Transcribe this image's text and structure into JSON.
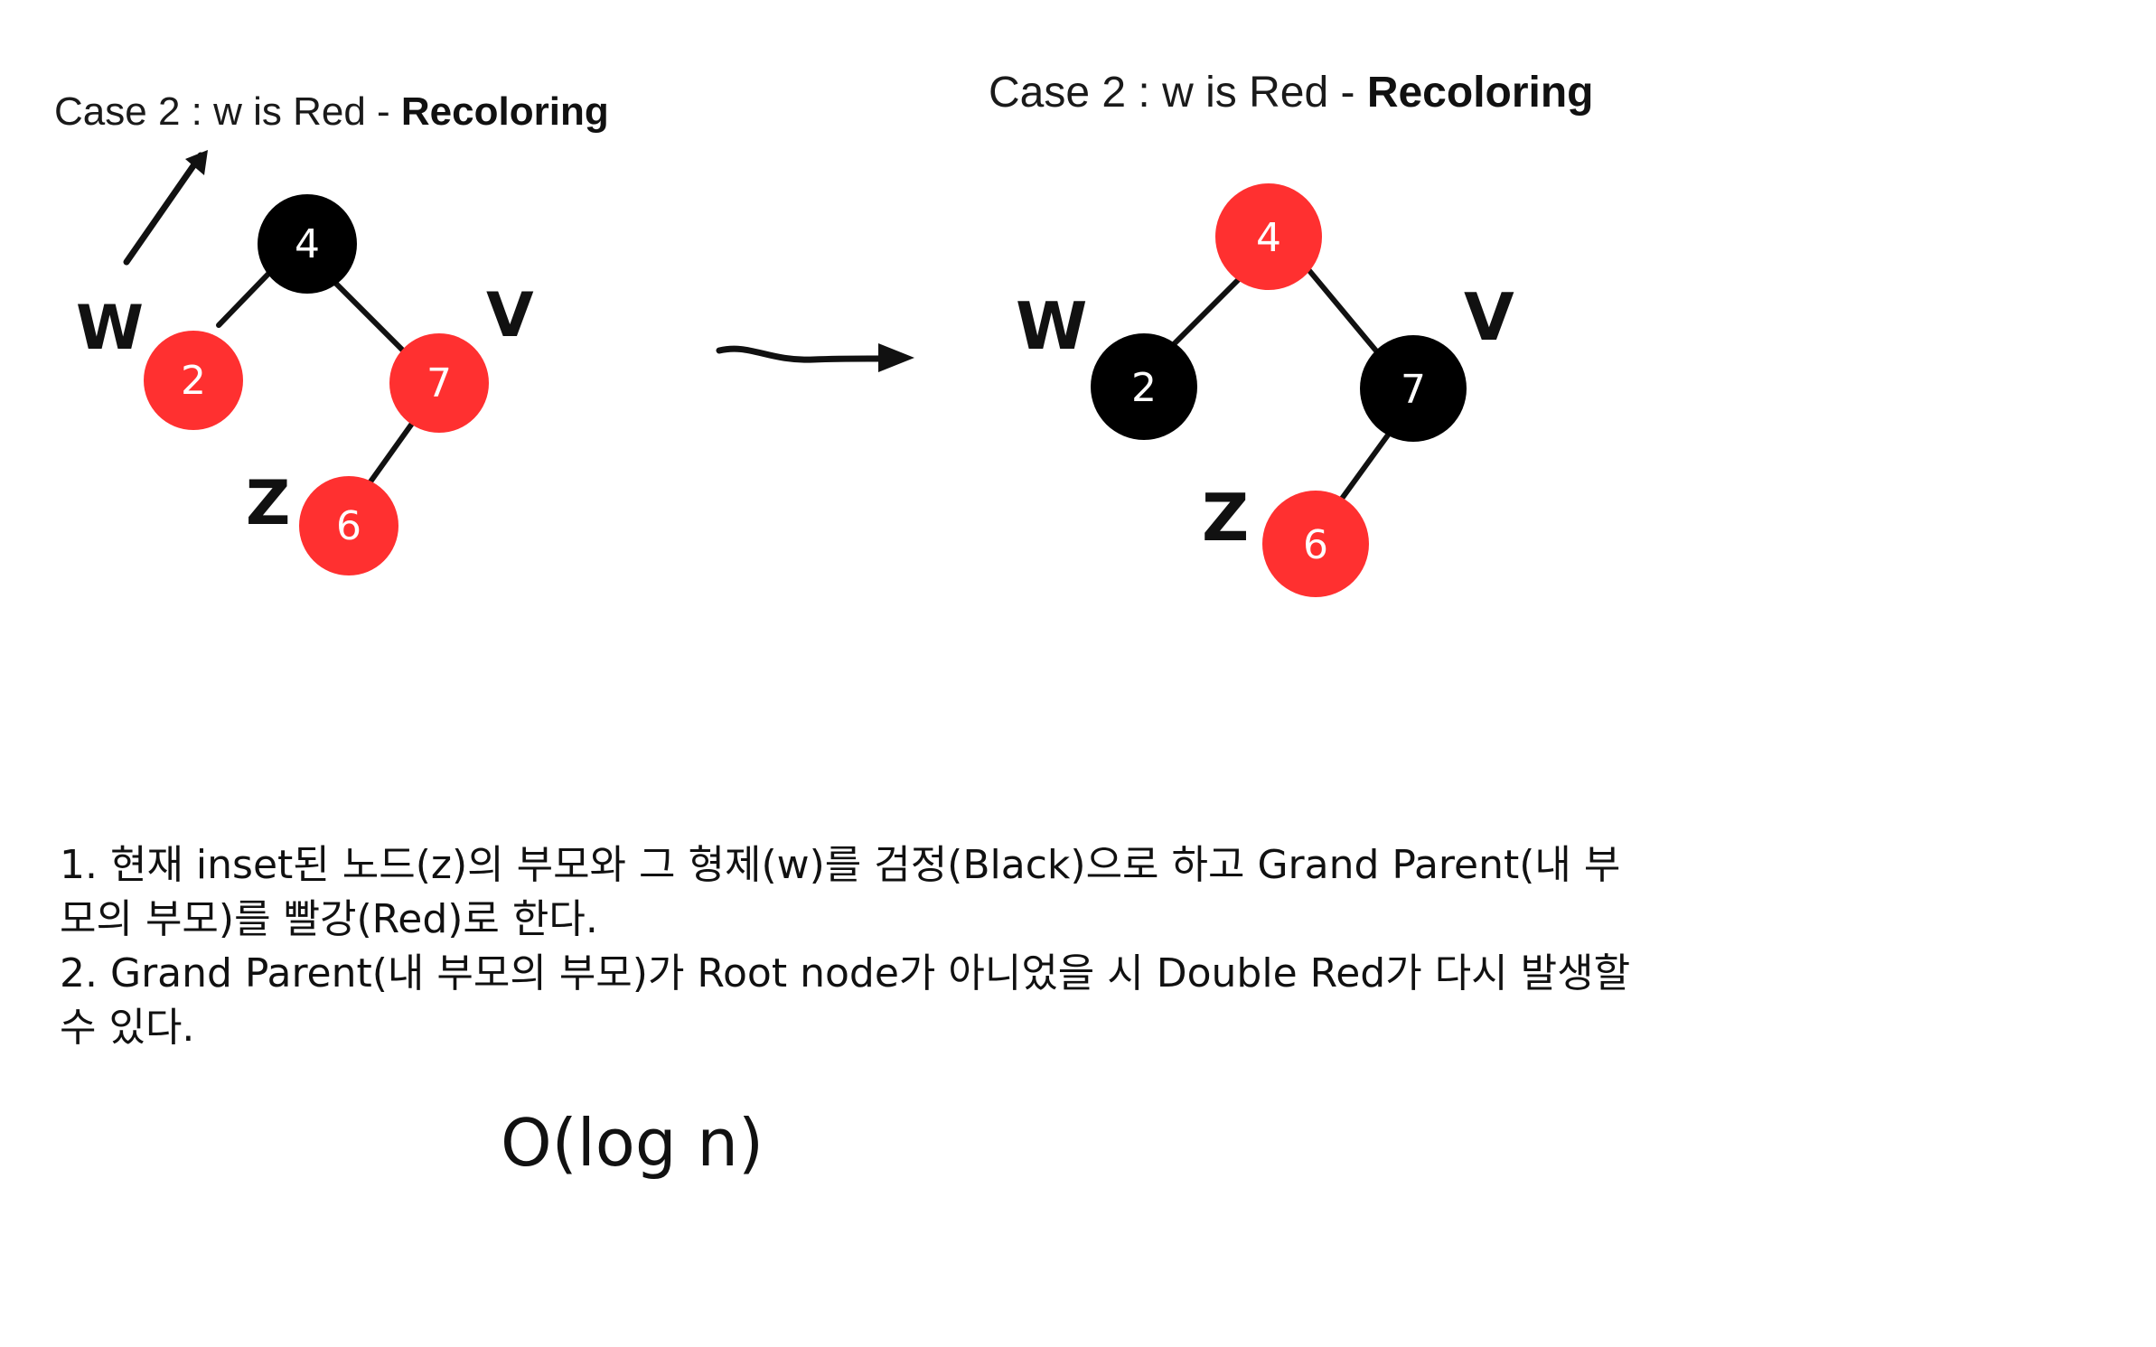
{
  "left_panel": {
    "title_prefix": "Case 2 : w is Red - ",
    "title_bold": "Recoloring",
    "nodes": [
      {
        "id": "4",
        "label": "4",
        "color": "#000000"
      },
      {
        "id": "2",
        "label": "2",
        "color": "#ff3030"
      },
      {
        "id": "7",
        "label": "7",
        "color": "#ff3030"
      },
      {
        "id": "6",
        "label": "6",
        "color": "#ff3030"
      }
    ],
    "markers": {
      "w": "W",
      "v": "V",
      "z": "Z"
    }
  },
  "right_panel": {
    "title_prefix": "Case 2 : w is Red - ",
    "title_bold": "Recoloring",
    "nodes": [
      {
        "id": "4",
        "label": "4",
        "color": "#ff3030"
      },
      {
        "id": "2",
        "label": "2",
        "color": "#000000"
      },
      {
        "id": "7",
        "label": "7",
        "color": "#000000"
      },
      {
        "id": "6",
        "label": "6",
        "color": "#ff3030"
      }
    ],
    "markers": {
      "w": "W",
      "v": "V",
      "z": "Z"
    }
  },
  "notes": [
    "1. 현재 inset된 노드(z)의 부모와 그 형제(w)를 검정(Black)으로 하고 Grand Parent(내 부모의 부모)를 빨강(Red)로 한다.",
    "2. Grand Parent(내 부모의 부모)가 Root node가 아니었을 시 Double Red가 다시 발생할 수 있다."
  ],
  "complexity": "O(log n)",
  "colors": {
    "red": "#ff3030",
    "black": "#000000"
  }
}
